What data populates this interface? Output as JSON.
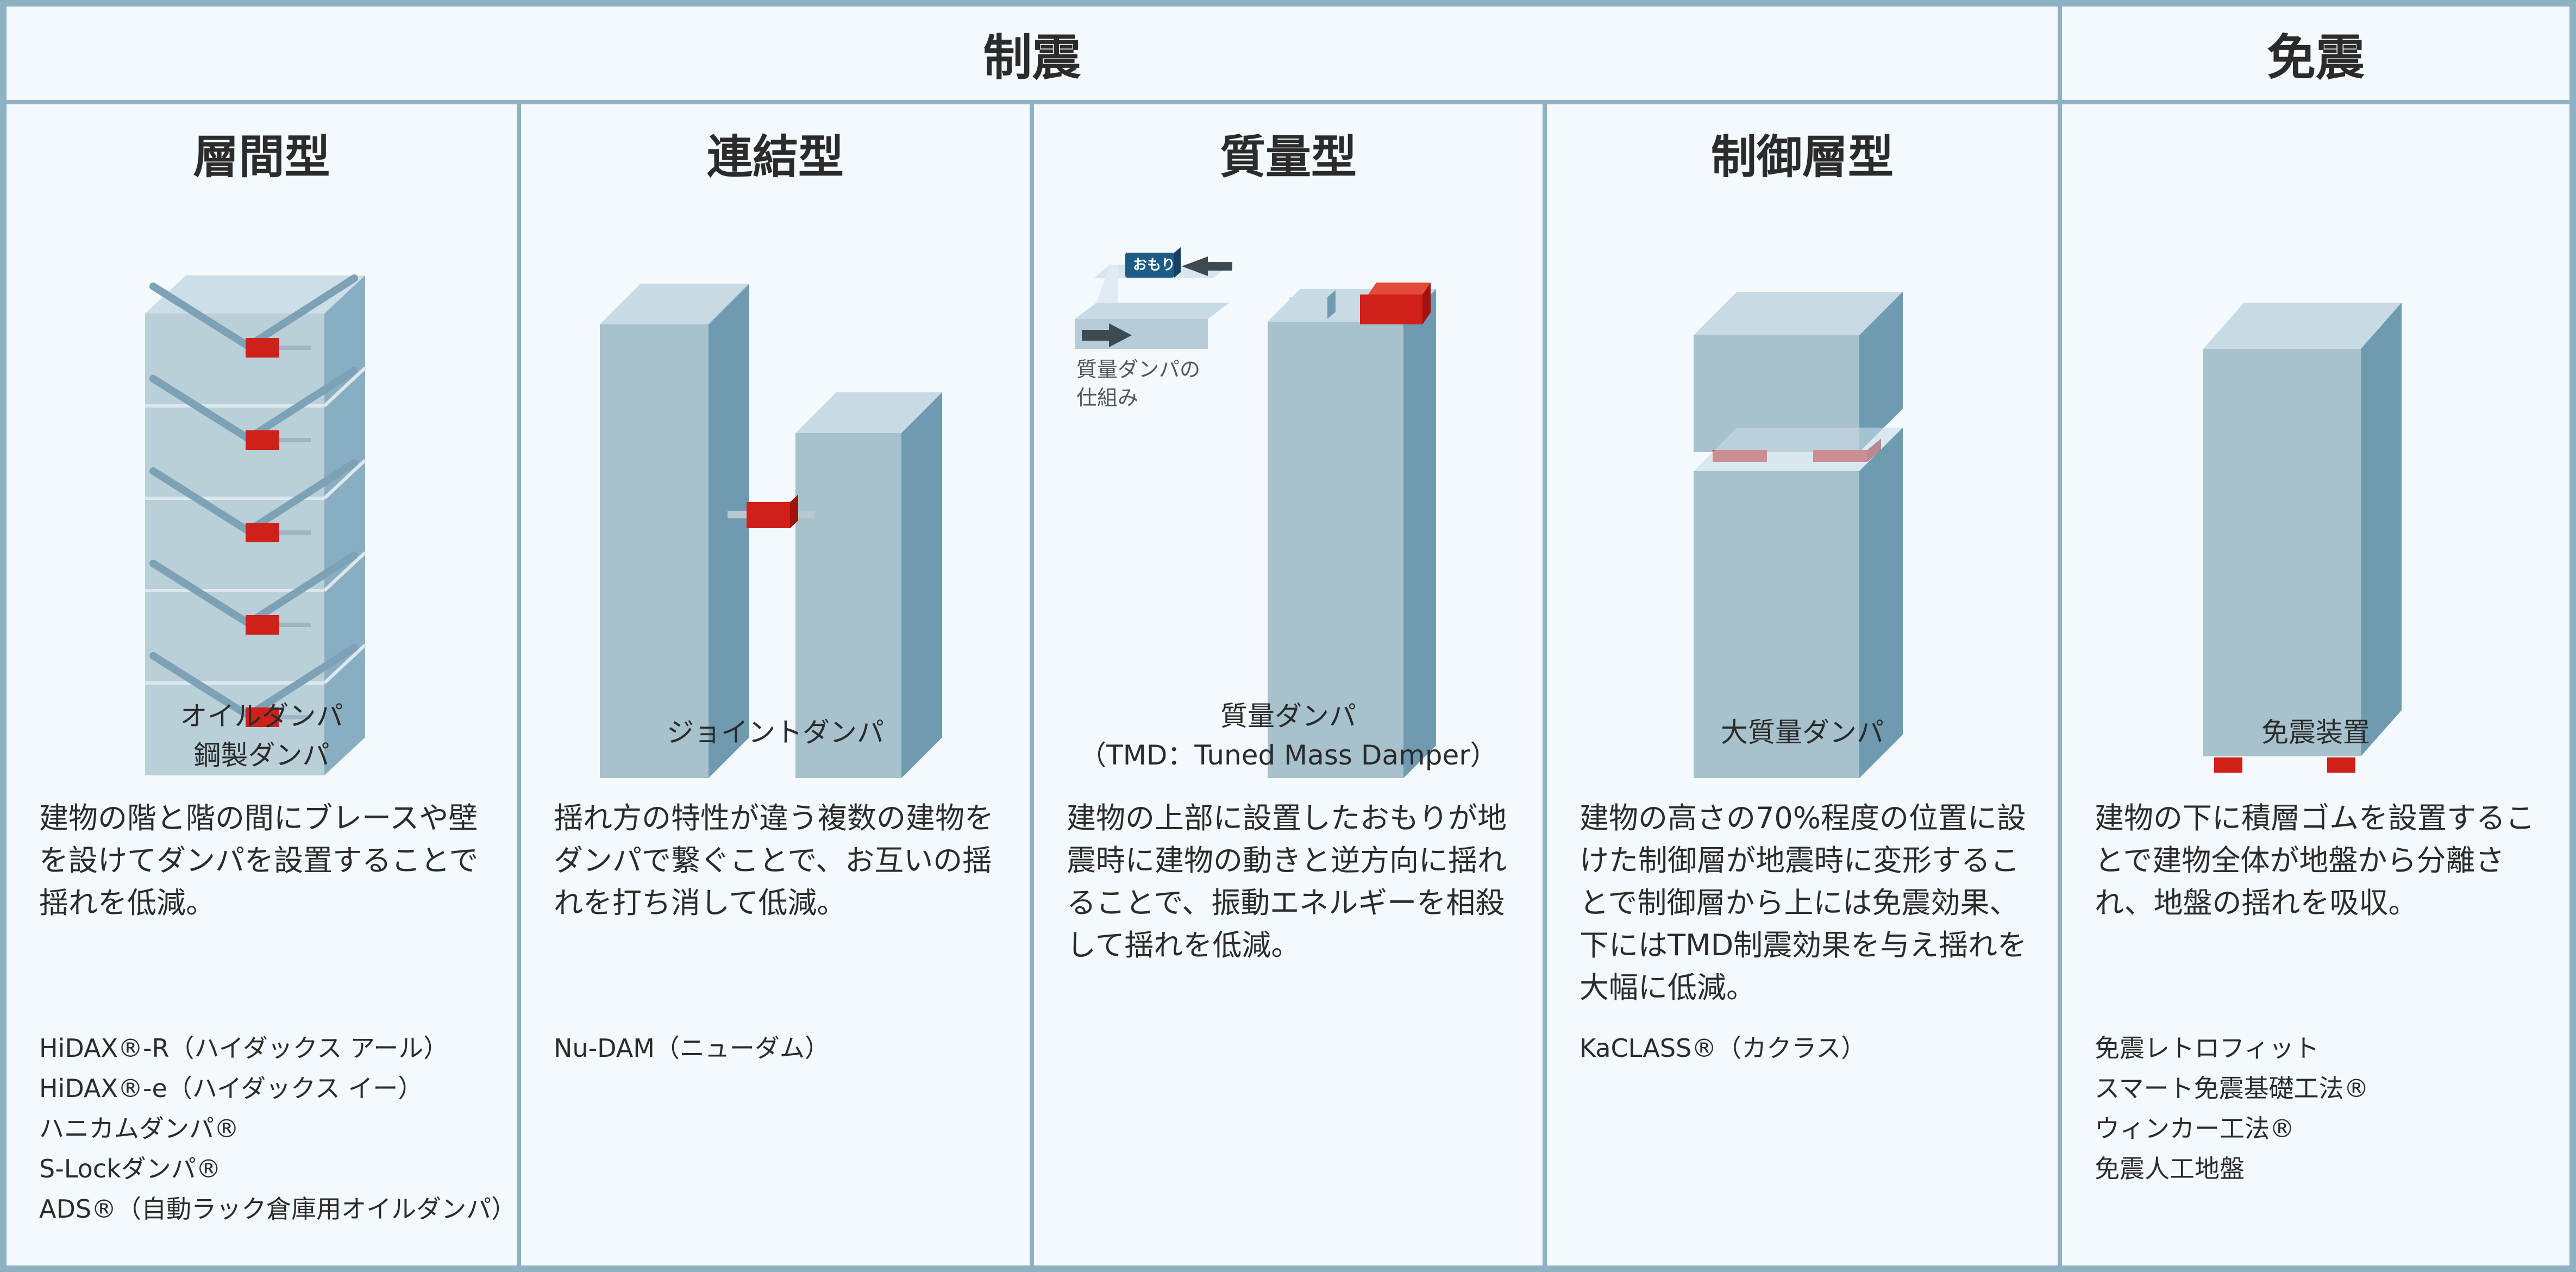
{
  "header": {
    "seishin": "制震",
    "menshin": "免震"
  },
  "columns": [
    {
      "title": "層間型",
      "device": [
        "オイルダンパ",
        "鋼製ダンパ"
      ],
      "description": "建物の階と階の間にブレースや壁を設けてダンパを設置することで揺れを低減。",
      "products": [
        "HiDAX®-R（ハイダックス アール）",
        "HiDAX®-e（ハイダックス イー）",
        "ハニカムダンパ®",
        "S-Lockダンパ®",
        "ADS®（自動ラック倉庫用オイルダンパ）"
      ]
    },
    {
      "title": "連結型",
      "device": [
        "ジョイントダンパ"
      ],
      "description": "揺れ方の特性が違う複数の建物をダンパで繋ぐことで、お互いの揺れを打ち消して低減。",
      "products": [
        "Nu-DAM（ニューダム）"
      ]
    },
    {
      "title": "質量型",
      "device": [
        "質量ダンパ",
        "（TMD：Tuned Mass Damper）"
      ],
      "description": "建物の上部に設置したおもりが地震時に建物の動きと逆方向に揺れることで、振動エネルギーを相殺して揺れを低減。",
      "products": [],
      "inset_label": "おもり",
      "inset_caption": [
        "質量ダンパの",
        "仕組み"
      ]
    },
    {
      "title": "制御層型",
      "device": [
        "大質量ダンパ"
      ],
      "description": "建物の高さの70%程度の位置に設けた制御層が地震時に変形することで制御層から上には免震効果、下にはTMD制震効果を与え揺れを大幅に低減。",
      "products": [
        "KaCLASS®（カクラス）"
      ]
    },
    {
      "title": "",
      "device": [
        "免震装置"
      ],
      "description": "建物の下に積層ゴムを設置することで建物全体が地盤から分離され、地盤の揺れを吸収。",
      "products": [
        "免震レトロフィット",
        "スマート免震基礎工法®",
        "ウィンカー工法®",
        "免震人工地盤"
      ]
    }
  ],
  "colors": {
    "border": "#8fb1c4",
    "background": "#f3f9fc",
    "building_front": "#a7c1cd",
    "building_side": "#6f9bb1",
    "building_top": "#c8dbe5",
    "damper": "#d0201a"
  }
}
